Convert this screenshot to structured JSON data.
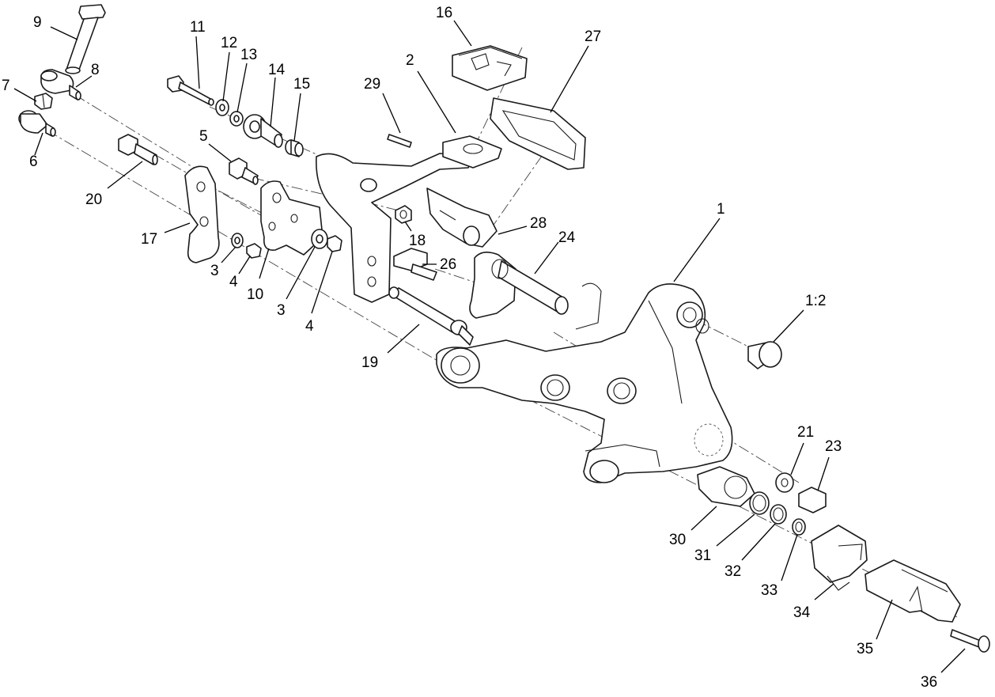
{
  "callouts": [
    {
      "id": "c9",
      "label": "9"
    },
    {
      "id": "c8",
      "label": "8"
    },
    {
      "id": "c7",
      "label": "7"
    },
    {
      "id": "c6",
      "label": "6"
    },
    {
      "id": "c11",
      "label": "11"
    },
    {
      "id": "c12",
      "label": "12"
    },
    {
      "id": "c13",
      "label": "13"
    },
    {
      "id": "c14",
      "label": "14"
    },
    {
      "id": "c15",
      "label": "15"
    },
    {
      "id": "c5",
      "label": "5"
    },
    {
      "id": "c20",
      "label": "20"
    },
    {
      "id": "c17",
      "label": "17"
    },
    {
      "id": "c3a",
      "label": "3"
    },
    {
      "id": "c4a",
      "label": "4"
    },
    {
      "id": "c10",
      "label": "10"
    },
    {
      "id": "c3b",
      "label": "3"
    },
    {
      "id": "c4b",
      "label": "4"
    },
    {
      "id": "c16",
      "label": "16"
    },
    {
      "id": "c27",
      "label": "27"
    },
    {
      "id": "c2",
      "label": "2"
    },
    {
      "id": "c29",
      "label": "29"
    },
    {
      "id": "c18",
      "label": "18"
    },
    {
      "id": "c28",
      "label": "28"
    },
    {
      "id": "c24",
      "label": "24"
    },
    {
      "id": "c26",
      "label": "26"
    },
    {
      "id": "c19",
      "label": "19"
    },
    {
      "id": "c1",
      "label": "1"
    },
    {
      "id": "c1_2",
      "label": "1:2"
    },
    {
      "id": "c21",
      "label": "21"
    },
    {
      "id": "c23",
      "label": "23"
    },
    {
      "id": "c30",
      "label": "30"
    },
    {
      "id": "c31",
      "label": "31"
    },
    {
      "id": "c32",
      "label": "32"
    },
    {
      "id": "c33",
      "label": "33"
    },
    {
      "id": "c34",
      "label": "34"
    },
    {
      "id": "c35",
      "label": "35"
    },
    {
      "id": "c36",
      "label": "36"
    }
  ]
}
